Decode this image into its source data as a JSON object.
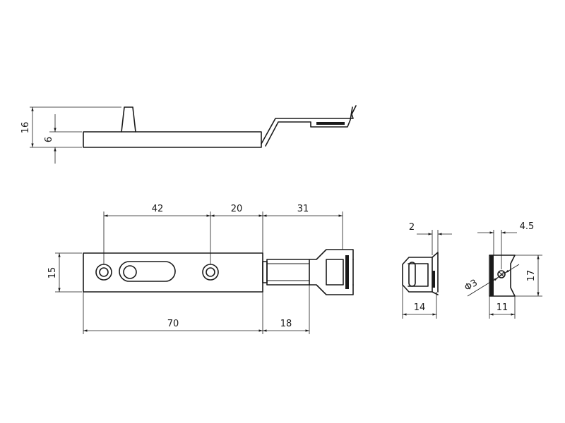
{
  "drawing": {
    "side_view": {
      "dims": {
        "overall_height": "16",
        "base_height": "6"
      }
    },
    "front_view": {
      "dims": {
        "hole_spacing": "42",
        "mid_span": "20",
        "bolt_extension": "31",
        "height": "15",
        "body_length": "70",
        "bolt_length": "18"
      }
    },
    "keeper_side": {
      "dims": {
        "thickness": "2",
        "depth": "14"
      }
    },
    "keeper_front": {
      "dims": {
        "offset": "4.5",
        "height": "17",
        "width": "11",
        "hole_diameter": "Φ3"
      }
    }
  }
}
